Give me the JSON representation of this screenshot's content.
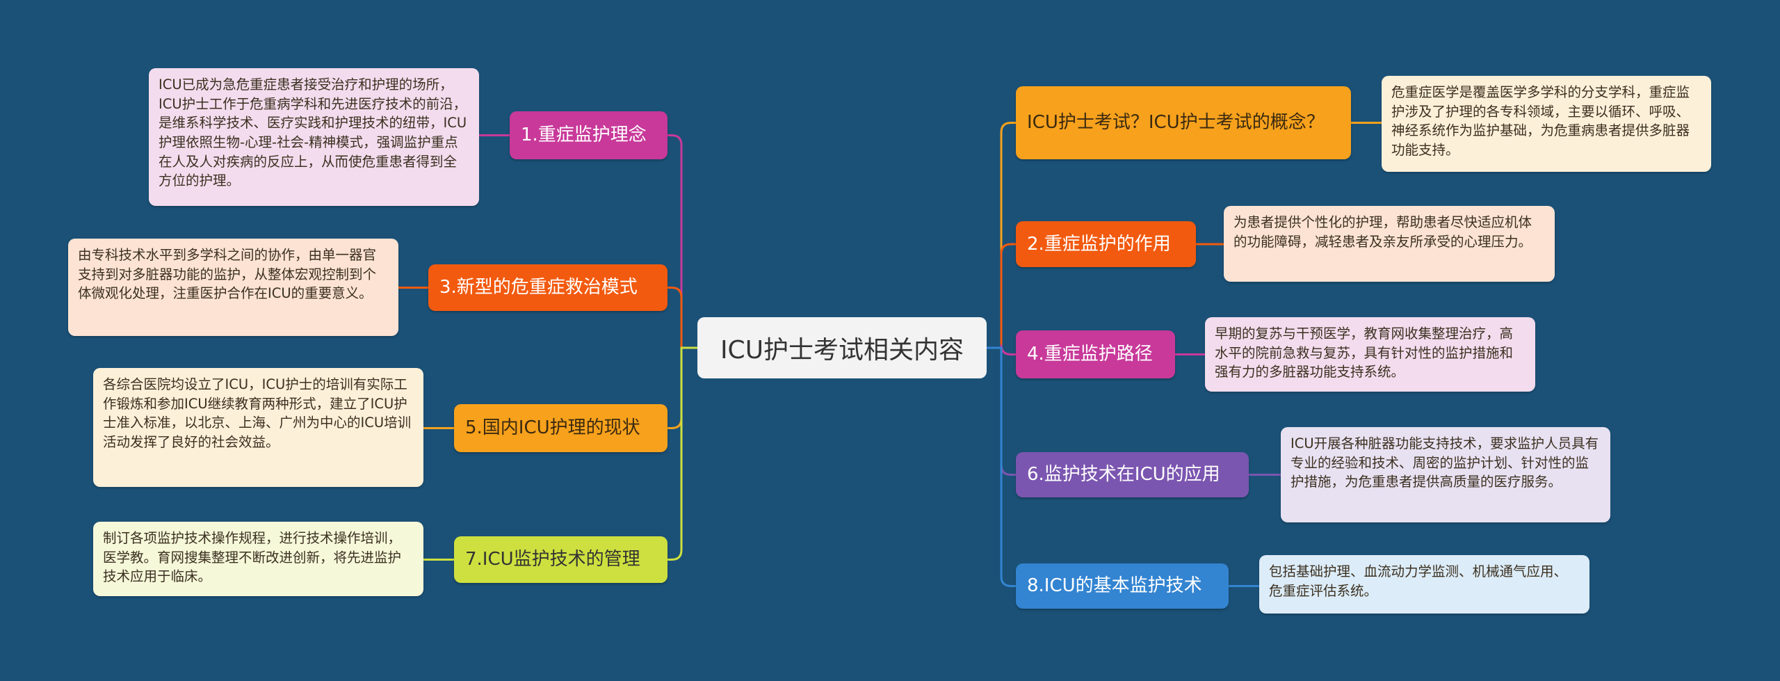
{
  "center": {
    "label": "ICU护士考试相关内容"
  },
  "colors": {
    "background": "#1b5177",
    "pink": "#c8399a",
    "orange": "#f25a0f",
    "amber": "#f7a11c",
    "lime": "#cde03f",
    "purple": "#7b56b0",
    "blue": "#3384d1"
  },
  "left": [
    {
      "label": "1.重症监护理念",
      "detail": "ICU已成为急危重症患者接受治疗和护理的场所，ICU护士工作于危重病学科和先进医疗技术的前沿，是维系科学技术、医疗实践和护理技术的纽带，ICU护理依照生物-心理-社会-精神模式，强调监护重点在人及人对疾病的反应上，从而使危重患者得到全方位的护理。"
    },
    {
      "label": "3.新型的危重症救治模式",
      "detail": "由专科技术水平到多学科之间的协作，由单一器官支持到对多脏器功能的监护，从整体宏观控制到个体微观化处理，注重医护合作在ICU的重要意义。"
    },
    {
      "label": "5.国内ICU护理的现状",
      "detail": "各综合医院均设立了ICU，ICU护士的培训有实际工作锻炼和参加ICU继续教育两种形式，建立了ICU护士准入标准，以北京、上海、广州为中心的ICU培训活动发挥了良好的社会效益。"
    },
    {
      "label": "7.ICU监护技术的管理",
      "detail": "制订各项监护技术操作规程，进行技术操作培训，医学教。育网搜集整理不断改进创新，将先进监护技术应用于临床。"
    }
  ],
  "right": [
    {
      "label": "ICU护士考试？ICU护士考试的概念？",
      "detail": "危重症医学是覆盖医学多学科的分支学科，重症监护涉及了护理的各专科领域，主要以循环、呼吸、神经系统作为监护基础，为危重病患者提供多脏器功能支持。"
    },
    {
      "label": "2.重症监护的作用",
      "detail": "为患者提供个性化的护理，帮助患者尽快适应机体的功能障碍，减轻患者及亲友所承受的心理压力。"
    },
    {
      "label": "4.重症监护路径",
      "detail": "早期的复苏与干预医学，教育网收集整理治疗，高水平的院前急救与复苏，具有针对性的监护措施和强有力的多脏器功能支持系统。"
    },
    {
      "label": "6.监护技术在ICU的应用",
      "detail": "ICU开展各种脏器功能支持技术，要求监护人员具有专业的经验和技术、周密的监护计划、针对性的监护措施，为危重患者提供高质量的医疗服务。"
    },
    {
      "label": "8.ICU的基本监护技术",
      "detail": "包括基础护理、血流动力学监测、机械通气应用、危重症评估系统。"
    }
  ]
}
